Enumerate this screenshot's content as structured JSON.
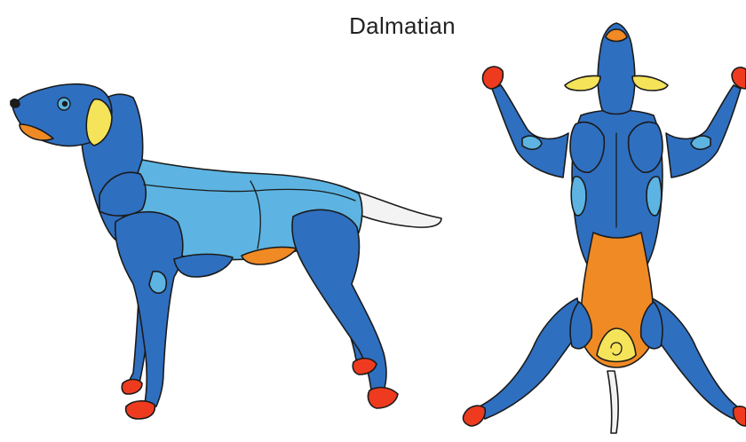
{
  "title": "Dalmatian",
  "colors": {
    "dark_blue": "#2f6fc0",
    "light_blue": "#5db4e2",
    "orange": "#f08a24",
    "yellow": "#f5e35a",
    "red": "#ee3b1f",
    "white": "#f3f3f3",
    "outline": "#1b1b1b"
  },
  "views": [
    {
      "view": "lateral",
      "name": "side-view"
    },
    {
      "view": "ventral",
      "name": "ventral-view"
    }
  ]
}
